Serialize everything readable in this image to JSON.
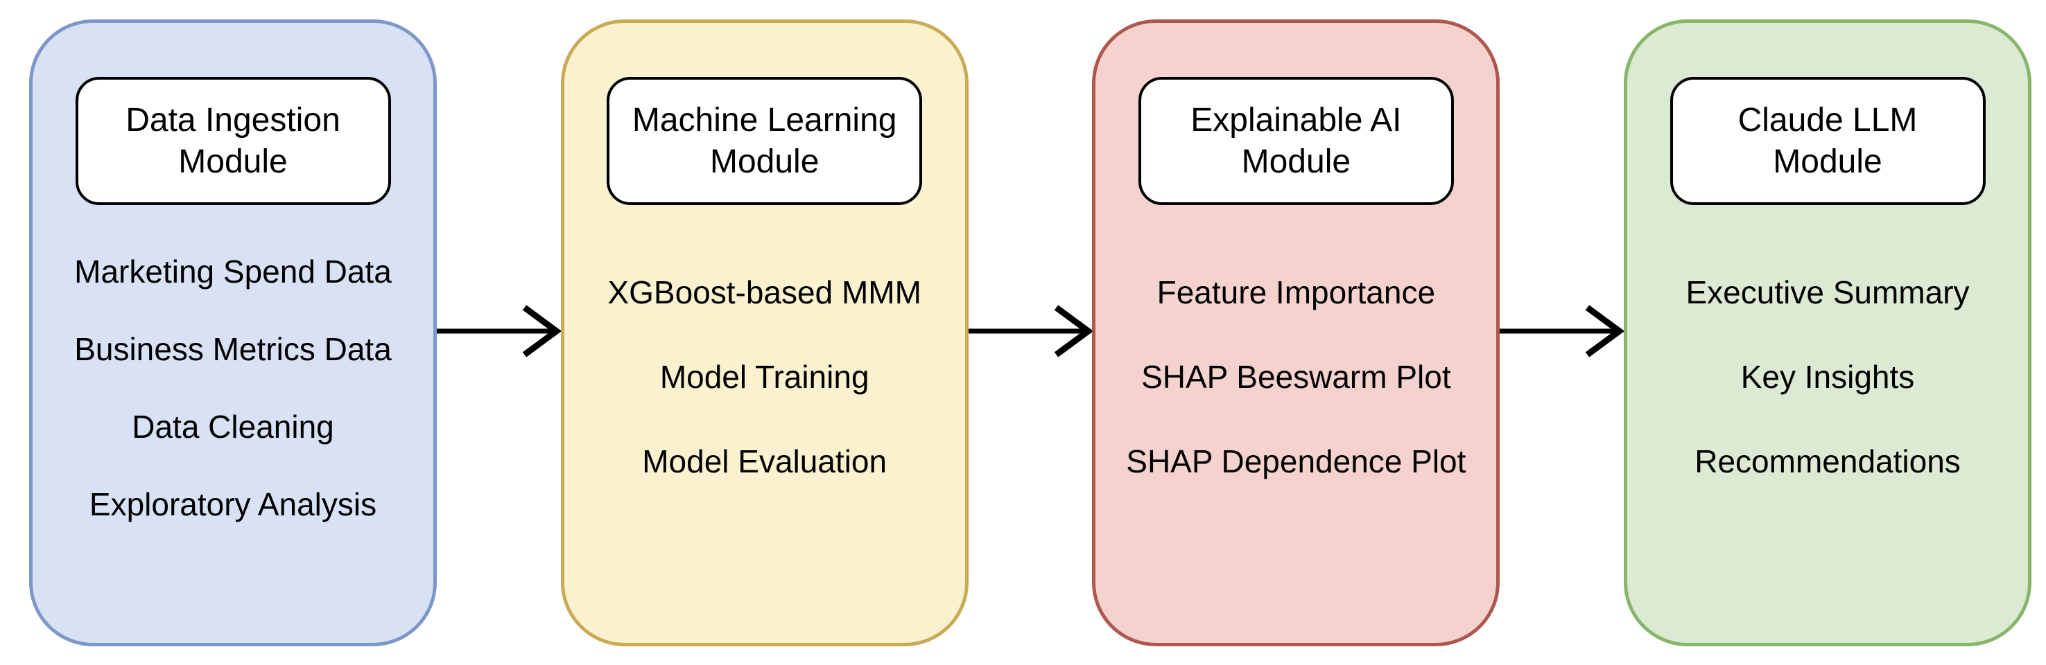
{
  "diagram": {
    "background": "#ffffff",
    "text_color": "#000000",
    "arrow": {
      "color": "#000000",
      "head_style": "open-chevron"
    },
    "header_box": {
      "fill": "#ffffff",
      "stroke": "#000000"
    },
    "modules": [
      {
        "title": "Data Ingestion Module",
        "fill": "#d9e2f5",
        "stroke": "#7d97c8",
        "items": [
          "Marketing Spend Data",
          "Business Metrics Data",
          "Data Cleaning",
          "Exploratory Analysis"
        ]
      },
      {
        "title": "Machine Learning Module",
        "fill": "#faf1ce",
        "stroke": "#c9ab55",
        "items": [
          "XGBoost-based MMM",
          "Model Training",
          "Model Evaluation"
        ]
      },
      {
        "title": "Explainable AI Module",
        "fill": "#f4d3cf",
        "stroke": "#ad574e",
        "items": [
          "Feature Importance",
          "SHAP Beeswarm Plot",
          "SHAP Dependence Plot"
        ]
      },
      {
        "title": "Claude LLM Module",
        "fill": "#dcead4",
        "stroke": "#87b569",
        "items": [
          "Executive Summary",
          "Key Insights",
          "Recommendations"
        ]
      }
    ]
  }
}
